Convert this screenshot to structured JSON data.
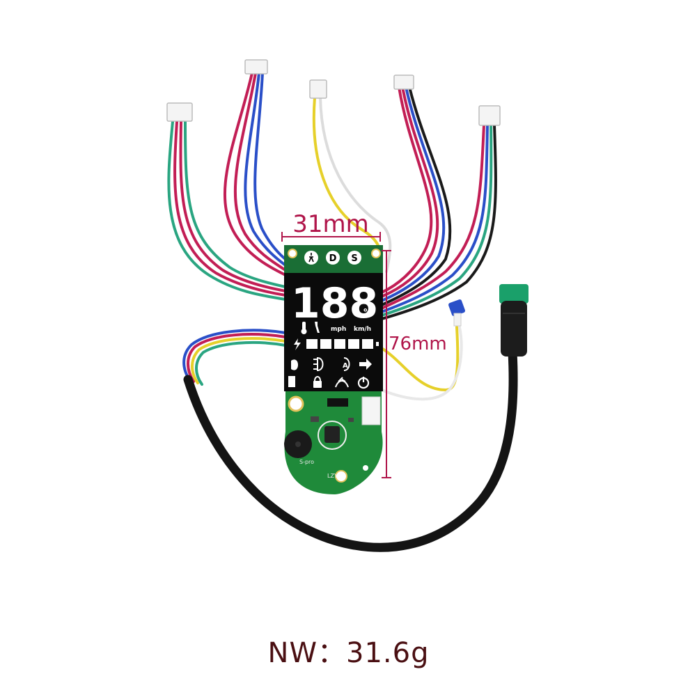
{
  "dimensions": {
    "width_label": "31mm",
    "height_label": "76mm"
  },
  "display": {
    "digits": "188",
    "percent": "%",
    "unit_mph": "mph",
    "unit_kmh": "km/h",
    "mode_d": "D",
    "mode_s": "S",
    "battery_segments": 5
  },
  "pcb": {
    "label_left": "S-pro",
    "label_center": "LZY"
  },
  "caption": {
    "text": "NW：31.6g"
  },
  "colors": {
    "pcb": "#1f8a3a",
    "lcd": "#0b0b0b",
    "dimension": "#b0154a",
    "wire_red": "#c21e55",
    "wire_blue": "#2a4fc8",
    "wire_green": "#2aa581",
    "wire_yellow": "#e6d02a",
    "wire_black": "#1a1a1a",
    "connector_green": "#1aa06a"
  }
}
